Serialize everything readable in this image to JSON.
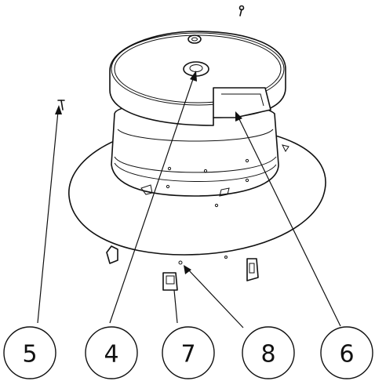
{
  "callouts": [
    {
      "id": "5",
      "label": "5"
    },
    {
      "id": "4",
      "label": "4"
    },
    {
      "id": "7",
      "label": "7"
    },
    {
      "id": "8",
      "label": "8"
    },
    {
      "id": "6",
      "label": "6"
    }
  ]
}
